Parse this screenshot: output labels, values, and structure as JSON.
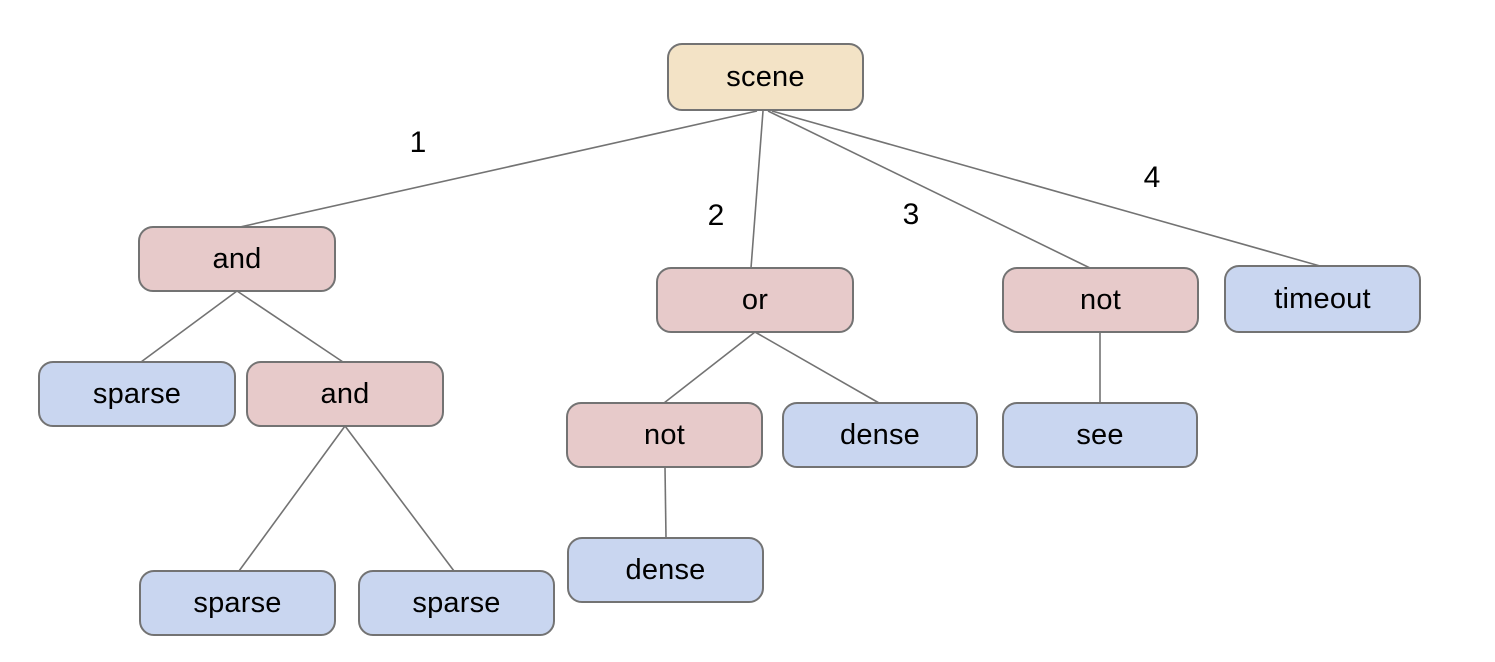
{
  "diagram": {
    "type": "tree",
    "background": "#ffffff",
    "colors": {
      "tan": "#f3e3c6",
      "pink": "#e7caca",
      "blue": "#c9d6f0",
      "border": "#737373",
      "line": "#737373",
      "text": "#000000"
    },
    "nodes": [
      {
        "id": "scene",
        "label": "scene",
        "color": "tan"
      },
      {
        "id": "and-1",
        "label": "and",
        "color": "pink"
      },
      {
        "id": "or-1",
        "label": "or",
        "color": "pink"
      },
      {
        "id": "not-1",
        "label": "not",
        "color": "pink"
      },
      {
        "id": "timeout",
        "label": "timeout",
        "color": "blue"
      },
      {
        "id": "sparse-1",
        "label": "sparse",
        "color": "blue"
      },
      {
        "id": "and-2",
        "label": "and",
        "color": "pink"
      },
      {
        "id": "not-2",
        "label": "not",
        "color": "pink"
      },
      {
        "id": "dense-1",
        "label": "dense",
        "color": "blue"
      },
      {
        "id": "see",
        "label": "see",
        "color": "blue"
      },
      {
        "id": "dense-2",
        "label": "dense",
        "color": "blue"
      },
      {
        "id": "sparse-2",
        "label": "sparse",
        "color": "blue"
      },
      {
        "id": "sparse-3",
        "label": "sparse",
        "color": "blue"
      }
    ],
    "edges": [
      {
        "from": "scene",
        "to": "and-1",
        "label": "1"
      },
      {
        "from": "scene",
        "to": "or-1",
        "label": "2"
      },
      {
        "from": "scene",
        "to": "not-1",
        "label": "3"
      },
      {
        "from": "scene",
        "to": "timeout",
        "label": "4"
      },
      {
        "from": "and-1",
        "to": "sparse-1",
        "label": ""
      },
      {
        "from": "and-1",
        "to": "and-2",
        "label": ""
      },
      {
        "from": "and-2",
        "to": "sparse-2",
        "label": ""
      },
      {
        "from": "and-2",
        "to": "sparse-3",
        "label": ""
      },
      {
        "from": "or-1",
        "to": "not-2",
        "label": ""
      },
      {
        "from": "or-1",
        "to": "dense-1",
        "label": ""
      },
      {
        "from": "not-2",
        "to": "dense-2",
        "label": ""
      },
      {
        "from": "not-1",
        "to": "see",
        "label": ""
      }
    ]
  }
}
